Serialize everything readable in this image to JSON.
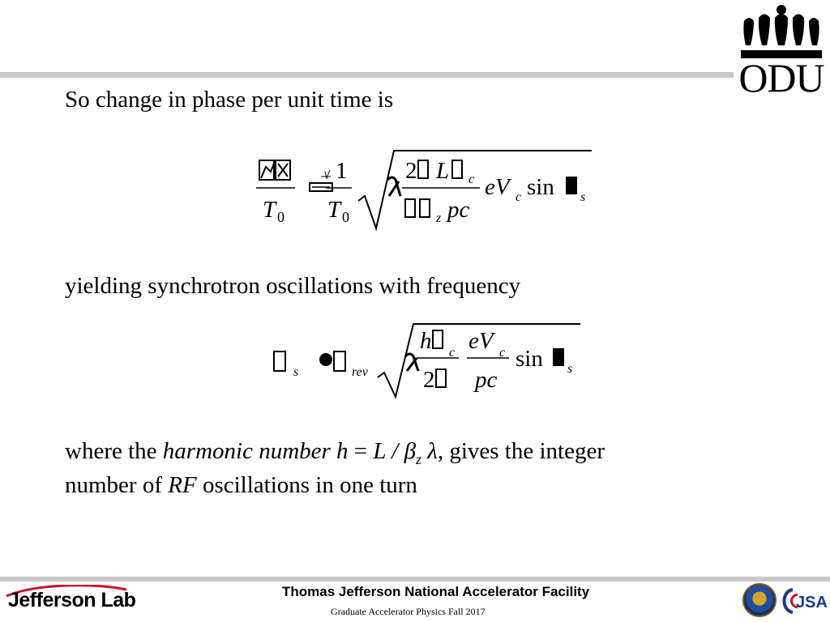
{
  "slide": {
    "line1": "So change in phase per unit time is",
    "line2": "yielding synchrotron oscillations with frequency",
    "line3": {
      "t1": "where the ",
      "t2": "harmonic number h",
      "t3": " = ",
      "t4": "L / β",
      "t5": "z",
      "t6": " λ",
      "t7": ", gives the integer"
    },
    "line4": {
      "t1": "number of ",
      "t2": "RF",
      "t3": " oscillations in one turn"
    }
  },
  "equation1": {
    "num_right": "1",
    "den_left": "T",
    "den_left_sub": "0",
    "den_right": "T",
    "den_right_sub": "0",
    "inner_num": "2",
    "inner_num_L": "L",
    "inner_num_sub": "c",
    "inner_den_sub": "z",
    "inner_den_pc": "pc",
    "ev": "eV",
    "ev_sub": "c",
    "sin": "sin",
    "phi_sub": "s"
  },
  "equation2": {
    "omega_sub": "s",
    "rev_sub": "rev",
    "num_h": "h",
    "num_sub": "c",
    "den": "2",
    "ev": "eV",
    "ev_sub": "c",
    "pc": "pc",
    "sin": "sin",
    "phi_sub": "s"
  },
  "header": {
    "logo_text": "ODU"
  },
  "footer": {
    "lab_name": "Jefferson Lab",
    "facility": "Thomas Jefferson National Accelerator Facility",
    "course": "Graduate Accelerator Physics Fall 2017",
    "jsa": "JSA"
  },
  "colors": {
    "rule": "#c8c8c8",
    "jlab_red": "#c8102e",
    "jsa_blue": "#1a3a8c"
  },
  "icons": {
    "odu": "crown-logo",
    "doe": "doe-seal",
    "jsa": "jsa-logo"
  }
}
